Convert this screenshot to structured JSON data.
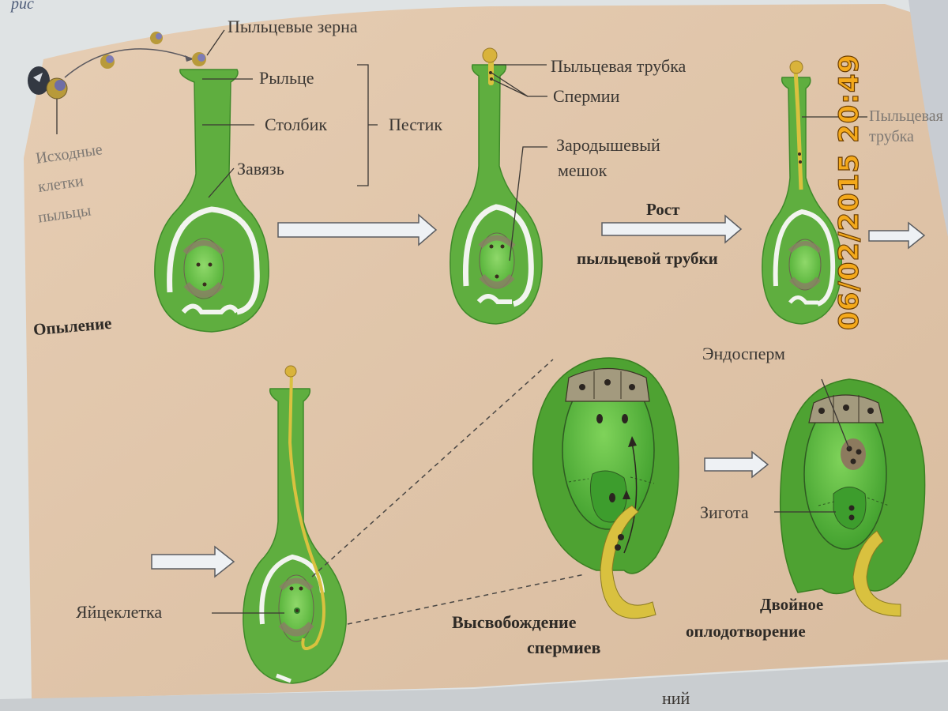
{
  "page_corner_text": "рис",
  "colors": {
    "background_paper": "#e1c5a8",
    "pistil_green": "#5aa93c",
    "pistil_dark": "#3f8a2a",
    "embryo_sac_green": "#6cc14a",
    "pollen_tube": "#d9c13f",
    "ovule_white": "#f2f4ef",
    "stamp_orange": "#f4a91b"
  },
  "stage1": {
    "pollen_grains": "Пыльцевые зерна",
    "stigma": "Рыльце",
    "style": "Столбик",
    "pistil": "Пестик",
    "ovary": "Завязь",
    "initial_cells_line1": "Исходные",
    "initial_cells_line2": "клетки",
    "initial_cells_line3": "пыльцы",
    "caption": "Опыление"
  },
  "stage2": {
    "pollen_tube": "Пыльцевая трубка",
    "sperm": "Спермии",
    "embryo_sac_line1": "Зародышевый",
    "embryo_sac_line2": "мешок",
    "arrow_caption_line1": "Рост",
    "arrow_caption_line2": "пыльцевой трубки"
  },
  "stage3": {
    "pollen_tube_line1": "Пыльцевая",
    "pollen_tube_line2": "трубка"
  },
  "stage4": {
    "egg_cell": "Яйцеклетка"
  },
  "stage5": {
    "caption_line1": "Высвобождение",
    "caption_line2": "спермиев"
  },
  "stage6": {
    "endosperm": "Эндосперм",
    "zygote": "Зигота",
    "caption_line1": "Двойное",
    "caption_line2": "оплодотворение"
  },
  "bottom_partial_text": "ний",
  "camera_timestamp": "06/02/2015  20:49"
}
